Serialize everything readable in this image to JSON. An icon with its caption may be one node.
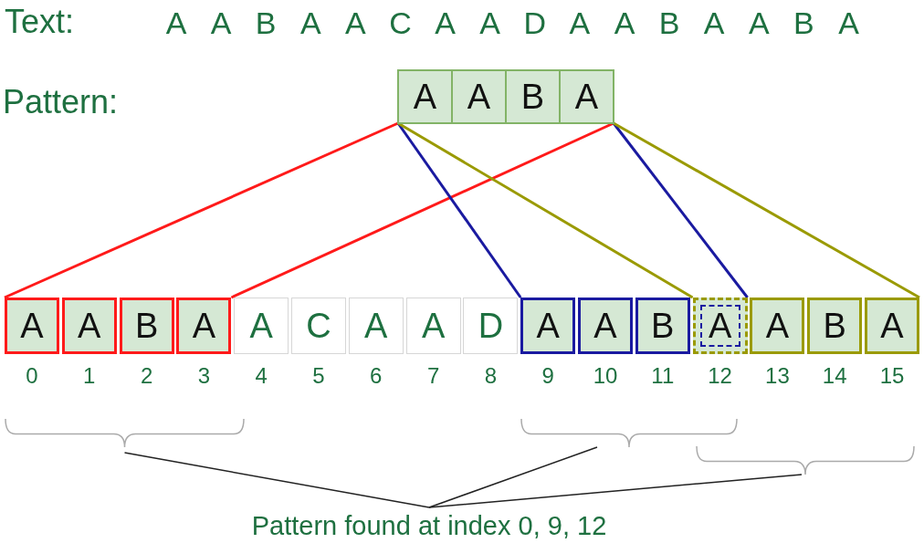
{
  "diagram": {
    "nodes": [
      {
        "text": [],
        "shape": "box"
      },
      {
        "text": [
          "A"
        ],
        "in": 0
      },
      {
        "text": [
          "A"
        ],
        "in": 0
      },
      {
        "text": [
          "B"
        ],
        "in": 0
      },
      {
        "text": [
          "A"
        ],
        "in": 0
      },
      {
        "text": [
          "A"
        ],
        "beside": [
          "0"
        ]
      },
      {
        "text": [
          "A"
        ],
        "beside": [
          "1"
        ]
      },
      {
        "text": [
          "B"
        ],
        "beside": [
          "2"
        ]
      },
      {
        "text": [
          "A"
        ],
        "beside": [
          "3"
        ]
      },
      {
        "text": [
          "A"
        ],
        "beside": [
          "4"
        ]
      },
      {
        "text": [
          "C"
        ],
        "beside": [
          "5"
        ]
      },
      {
        "text": [
          "A"
        ],
        "beside": [
          "6"
        ]
      },
      {
        "text": [
          "A"
        ],
        "beside": [
          "7"
        ]
      },
      {
        "text": [
          "D"
        ],
        "beside": [
          "8"
        ]
      },
      {
        "text": [
          "A"
        ],
        "beside": [
          "9"
        ]
      },
      {
        "text": [
          "A"
        ],
        "beside": [
          "10"
        ]
      },
      {
        "text": [
          "B"
        ],
        "beside": [
          "11"
        ]
      },
      {
        "text": [
          "A"
        ],
        "beside": [
          "12"
        ]
      },
      {
        "text": [
          "A"
        ],
        "beside": [
          "13"
        ]
      },
      {
        "text": [
          "B"
        ],
        "beside": [
          "14"
        ]
      },
      {
        "text": [
          "A"
        ],
        "beside": [
          "15"
        ]
      },
      {
        "text": [],
        "shape": "bracket"
      },
      {
        "text": [],
        "shape": "bracket"
      },
      {
        "text": [],
        "shape": "bracket"
      },
      {
        "text": [
          "Pattern found at index 0, 9, 12"
        ]
      }
    ],
    "edges": [
      {
        "from": 0,
        "to": 5,
        "arrow": "none",
        "color": "#ff1a1a"
      },
      {
        "from": 0,
        "to": 8,
        "arrow": "none",
        "color": "#ff1a1a"
      },
      {
        "from": 0,
        "to": 14,
        "arrow": "none",
        "color": "#1a1aa0"
      },
      {
        "from": 0,
        "to": 17,
        "arrow": "none",
        "color": "#1a1aa0"
      },
      {
        "from": 0,
        "to": 17,
        "arrow": "none",
        "color": "#9a9a00"
      },
      {
        "from": 0,
        "to": 20,
        "arrow": "none",
        "color": "#9a9a00"
      },
      {
        "from": 24,
        "to": 21,
        "arrow": "none"
      },
      {
        "from": 24,
        "to": 22,
        "arrow": "none"
      },
      {
        "from": 24,
        "to": 23,
        "arrow": "none"
      }
    ],
    "labels": [
      "Text:",
      "A",
      "A",
      "B",
      "A",
      "A",
      "C",
      "A",
      "A",
      "D",
      "A",
      "A",
      "B",
      "A",
      "A",
      "B",
      "A",
      "Pattern:"
    ]
  }
}
